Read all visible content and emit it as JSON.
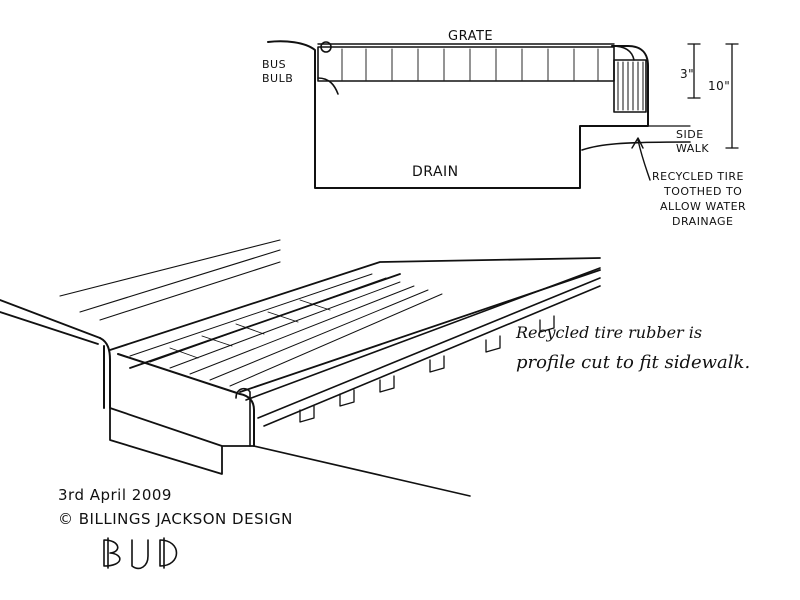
{
  "section_diagram": {
    "labels": {
      "grate": "GRATE",
      "bus_bulb": [
        "BUS",
        "BULB"
      ],
      "drain": "DRAIN",
      "sidewalk": [
        "SIDE",
        "WALK"
      ],
      "dim_3": "3\"",
      "dim_10": "10\"",
      "recycled_note": [
        "RECYCLED TIRE",
        "TOOTHED TO",
        "ALLOW WATER",
        "DRAINAGE"
      ]
    }
  },
  "perspective_diagram": {
    "note": [
      "Recycled tire rubber is",
      "profile cut to fit sidewalk."
    ]
  },
  "signature": {
    "date": "3rd April 2009",
    "copyright": "© BILLINGS JACKSON DESIGN",
    "initials": "BJD"
  }
}
